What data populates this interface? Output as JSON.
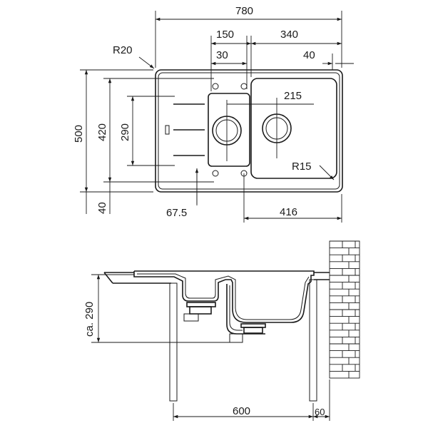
{
  "plan_view": {
    "overall_width": "780",
    "bowl_offset": "150",
    "bowl_width": "340",
    "hole_offset": "30",
    "right_margin": "40",
    "corner_radius_outer": "R20",
    "bowl_centers": "215",
    "inner_radius": "R15",
    "overall_depth": "500",
    "bowl_depth": "420",
    "drainer_depth": "290",
    "front_margin": "40",
    "drain_offset": "67.5",
    "bowl_to_edge": "416"
  },
  "section_view": {
    "installation_depth": "ca. 290",
    "cabinet_width": "600",
    "wall_gap": "60"
  }
}
